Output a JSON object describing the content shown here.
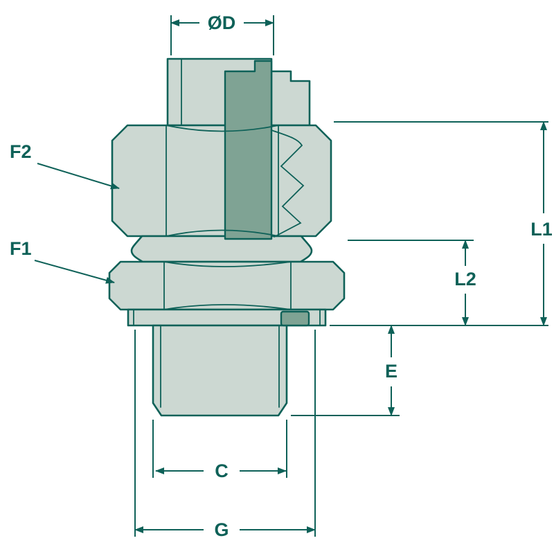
{
  "diagram": {
    "labels": {
      "od": "ØD",
      "f2": "F2",
      "f1": "F1",
      "l1": "L1",
      "l2": "L2",
      "e": "E",
      "c": "C",
      "g": "G"
    },
    "colors": {
      "line": "#0e6158",
      "fill_light": "#ccd8d2",
      "fill_section": "#7fa394",
      "background": "#ffffff"
    }
  }
}
